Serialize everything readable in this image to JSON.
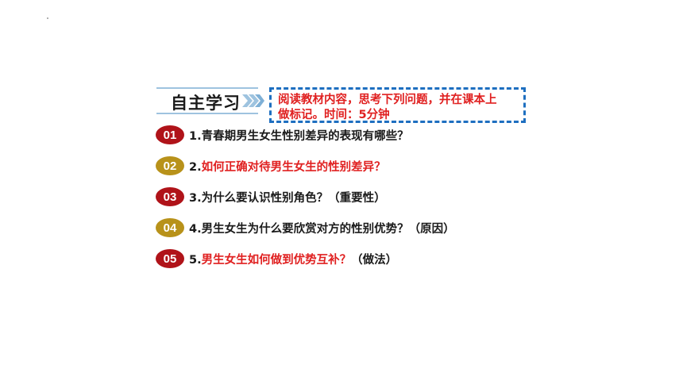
{
  "title": "自主学习",
  "instruction": {
    "line1": "阅读教材内容，思考下列问题，并在课本上",
    "line2": "做标记。时间：5分钟"
  },
  "questions": [
    {
      "num": "01",
      "badge_color": "#b01319",
      "prefix": "1.",
      "text": "青春期男生女生性别差异的表现有哪些？",
      "hl": "",
      "suffix": ""
    },
    {
      "num": "02",
      "badge_color": "#b8921a",
      "prefix": "2.",
      "text": "",
      "hl": "如何正确对待男生女生的性别差异？",
      "suffix": ""
    },
    {
      "num": "03",
      "badge_color": "#b01319",
      "prefix": "3.",
      "text": "为什么要认识性别角色？（重要性）",
      "hl": "",
      "suffix": ""
    },
    {
      "num": "04",
      "badge_color": "#b8921a",
      "prefix": "4.",
      "text": "男生女生为什么要欣赏对方的性别优势？（原因）",
      "hl": "",
      "suffix": ""
    },
    {
      "num": "05",
      "badge_color": "#b01319",
      "prefix": "5.",
      "text": "",
      "hl": "男生女生如何做到优势互补？",
      "suffix": "（做法）"
    }
  ]
}
